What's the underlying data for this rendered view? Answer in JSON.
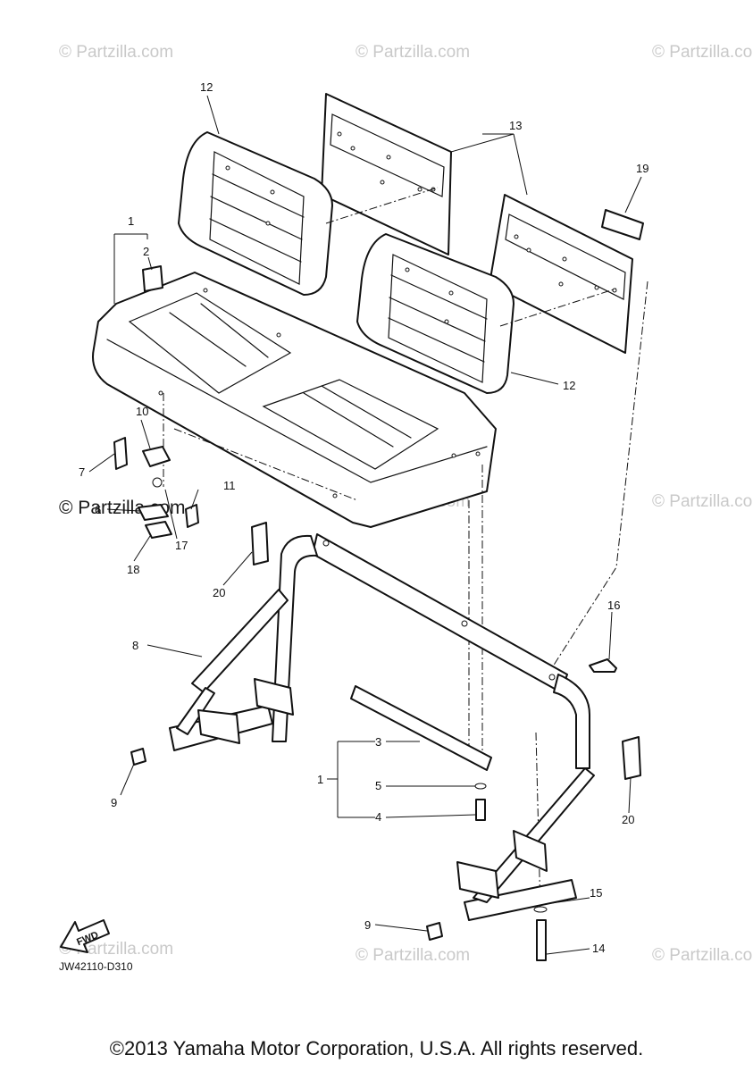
{
  "watermark": "© Partzilla.com",
  "diagram_code": "JW42110-D310",
  "fwd_label": "FWD",
  "copyright": "©2013 Yamaha Motor Corporation, U.S.A. All rights reserved.",
  "callouts": {
    "c1a": "1",
    "c2": "2",
    "c12a": "12",
    "c13": "13",
    "c19": "19",
    "c12b": "12",
    "c10": "10",
    "c7": "7",
    "c6": "6",
    "c11": "11",
    "c17": "17",
    "c18": "18",
    "c20a": "20",
    "c8": "8",
    "c16": "16",
    "c3": "3",
    "c1b": "1",
    "c5": "5",
    "c4": "4",
    "c9a": "9",
    "c20b": "20",
    "c15": "15",
    "c9b": "9",
    "c14": "14"
  }
}
